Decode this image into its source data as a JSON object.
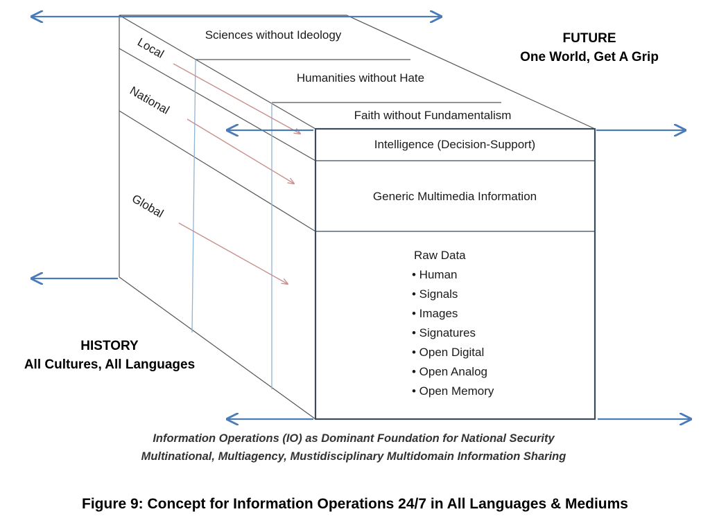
{
  "top_layers": [
    "Sciences without Ideology",
    "Humanities without Hate",
    "Faith without Fundamentalism"
  ],
  "side_layers": [
    "Local",
    "National",
    "Global"
  ],
  "front_layers": {
    "intelligence": "Intelligence (Decision-Support)",
    "information": "Generic Multimedia Information",
    "raw_data_title": "Raw Data",
    "raw_data_items": [
      "Human",
      "Signals",
      "Images",
      "Signatures",
      "Open Digital",
      "Open Analog",
      "Open Memory"
    ]
  },
  "future": {
    "title": "FUTURE",
    "subtitle": "One World, Get A Grip"
  },
  "history": {
    "title": "HISTORY",
    "subtitle": "All Cultures, All Languages"
  },
  "foundation": {
    "line1": "Information Operations (IO) as Dominant Foundation for National Security",
    "line2": "Multinational, Multiagency, Mustidisciplinary Multidomain Information Sharing"
  },
  "caption": "Figure 9:  Concept for Information Operations 24/7 in All Languages & Mediums",
  "colors": {
    "arrow": "#4a7ab8",
    "pink_arrow": "#c9908e",
    "divider": "#8fb3d6",
    "front_border": "#3a4a5a"
  }
}
